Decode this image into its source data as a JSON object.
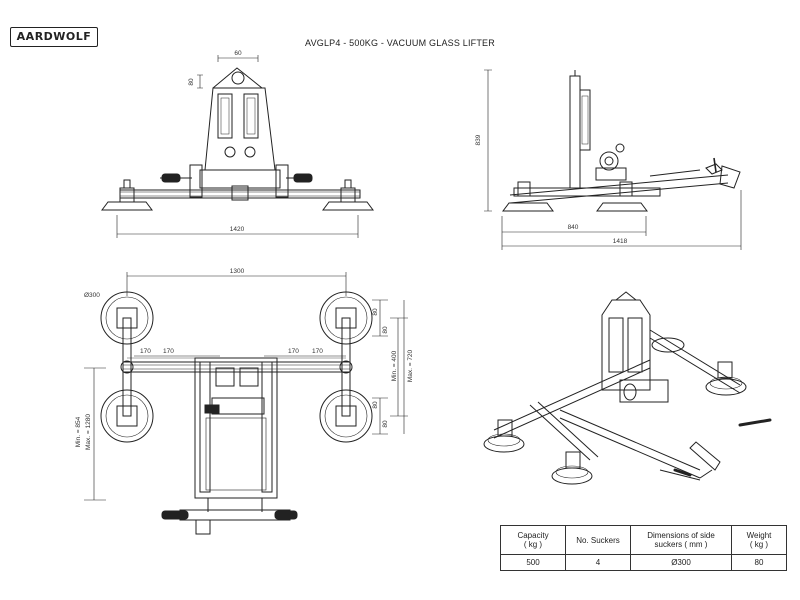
{
  "brand": "AARDWOLF",
  "title": "AVGLP4 - 500KG - VACUUM GLASS LIFTER",
  "front_view": {
    "dim_top": "60",
    "dim_side": "80",
    "dim_width": "1420"
  },
  "side_view": {
    "dim_height": "839",
    "dim_base": "840",
    "dim_total": "1418"
  },
  "top_view": {
    "dim_span": "1300",
    "dim_diameter": "Ø300",
    "dim_arm_left_a": "170",
    "dim_arm_left_b": "170",
    "dim_arm_right_a": "170",
    "dim_arm_right_b": "170",
    "dim_right_top": "80",
    "dim_right_top2": "80",
    "dim_right_bot": "80",
    "dim_right_bot2": "80",
    "dim_min_400": "Min. = 400",
    "dim_max_720": "Max. = 720",
    "dim_min_854": "Min. = 854",
    "dim_max_1280": "Max. = 1280"
  },
  "spec_table": {
    "headers": [
      "Capacity\n( kg )",
      "No. Suckers",
      "Dimensions of side\nsuckers ( mm )",
      "Weight\n( kg )"
    ],
    "values": [
      "500",
      "4",
      "Ø300",
      "80"
    ]
  }
}
